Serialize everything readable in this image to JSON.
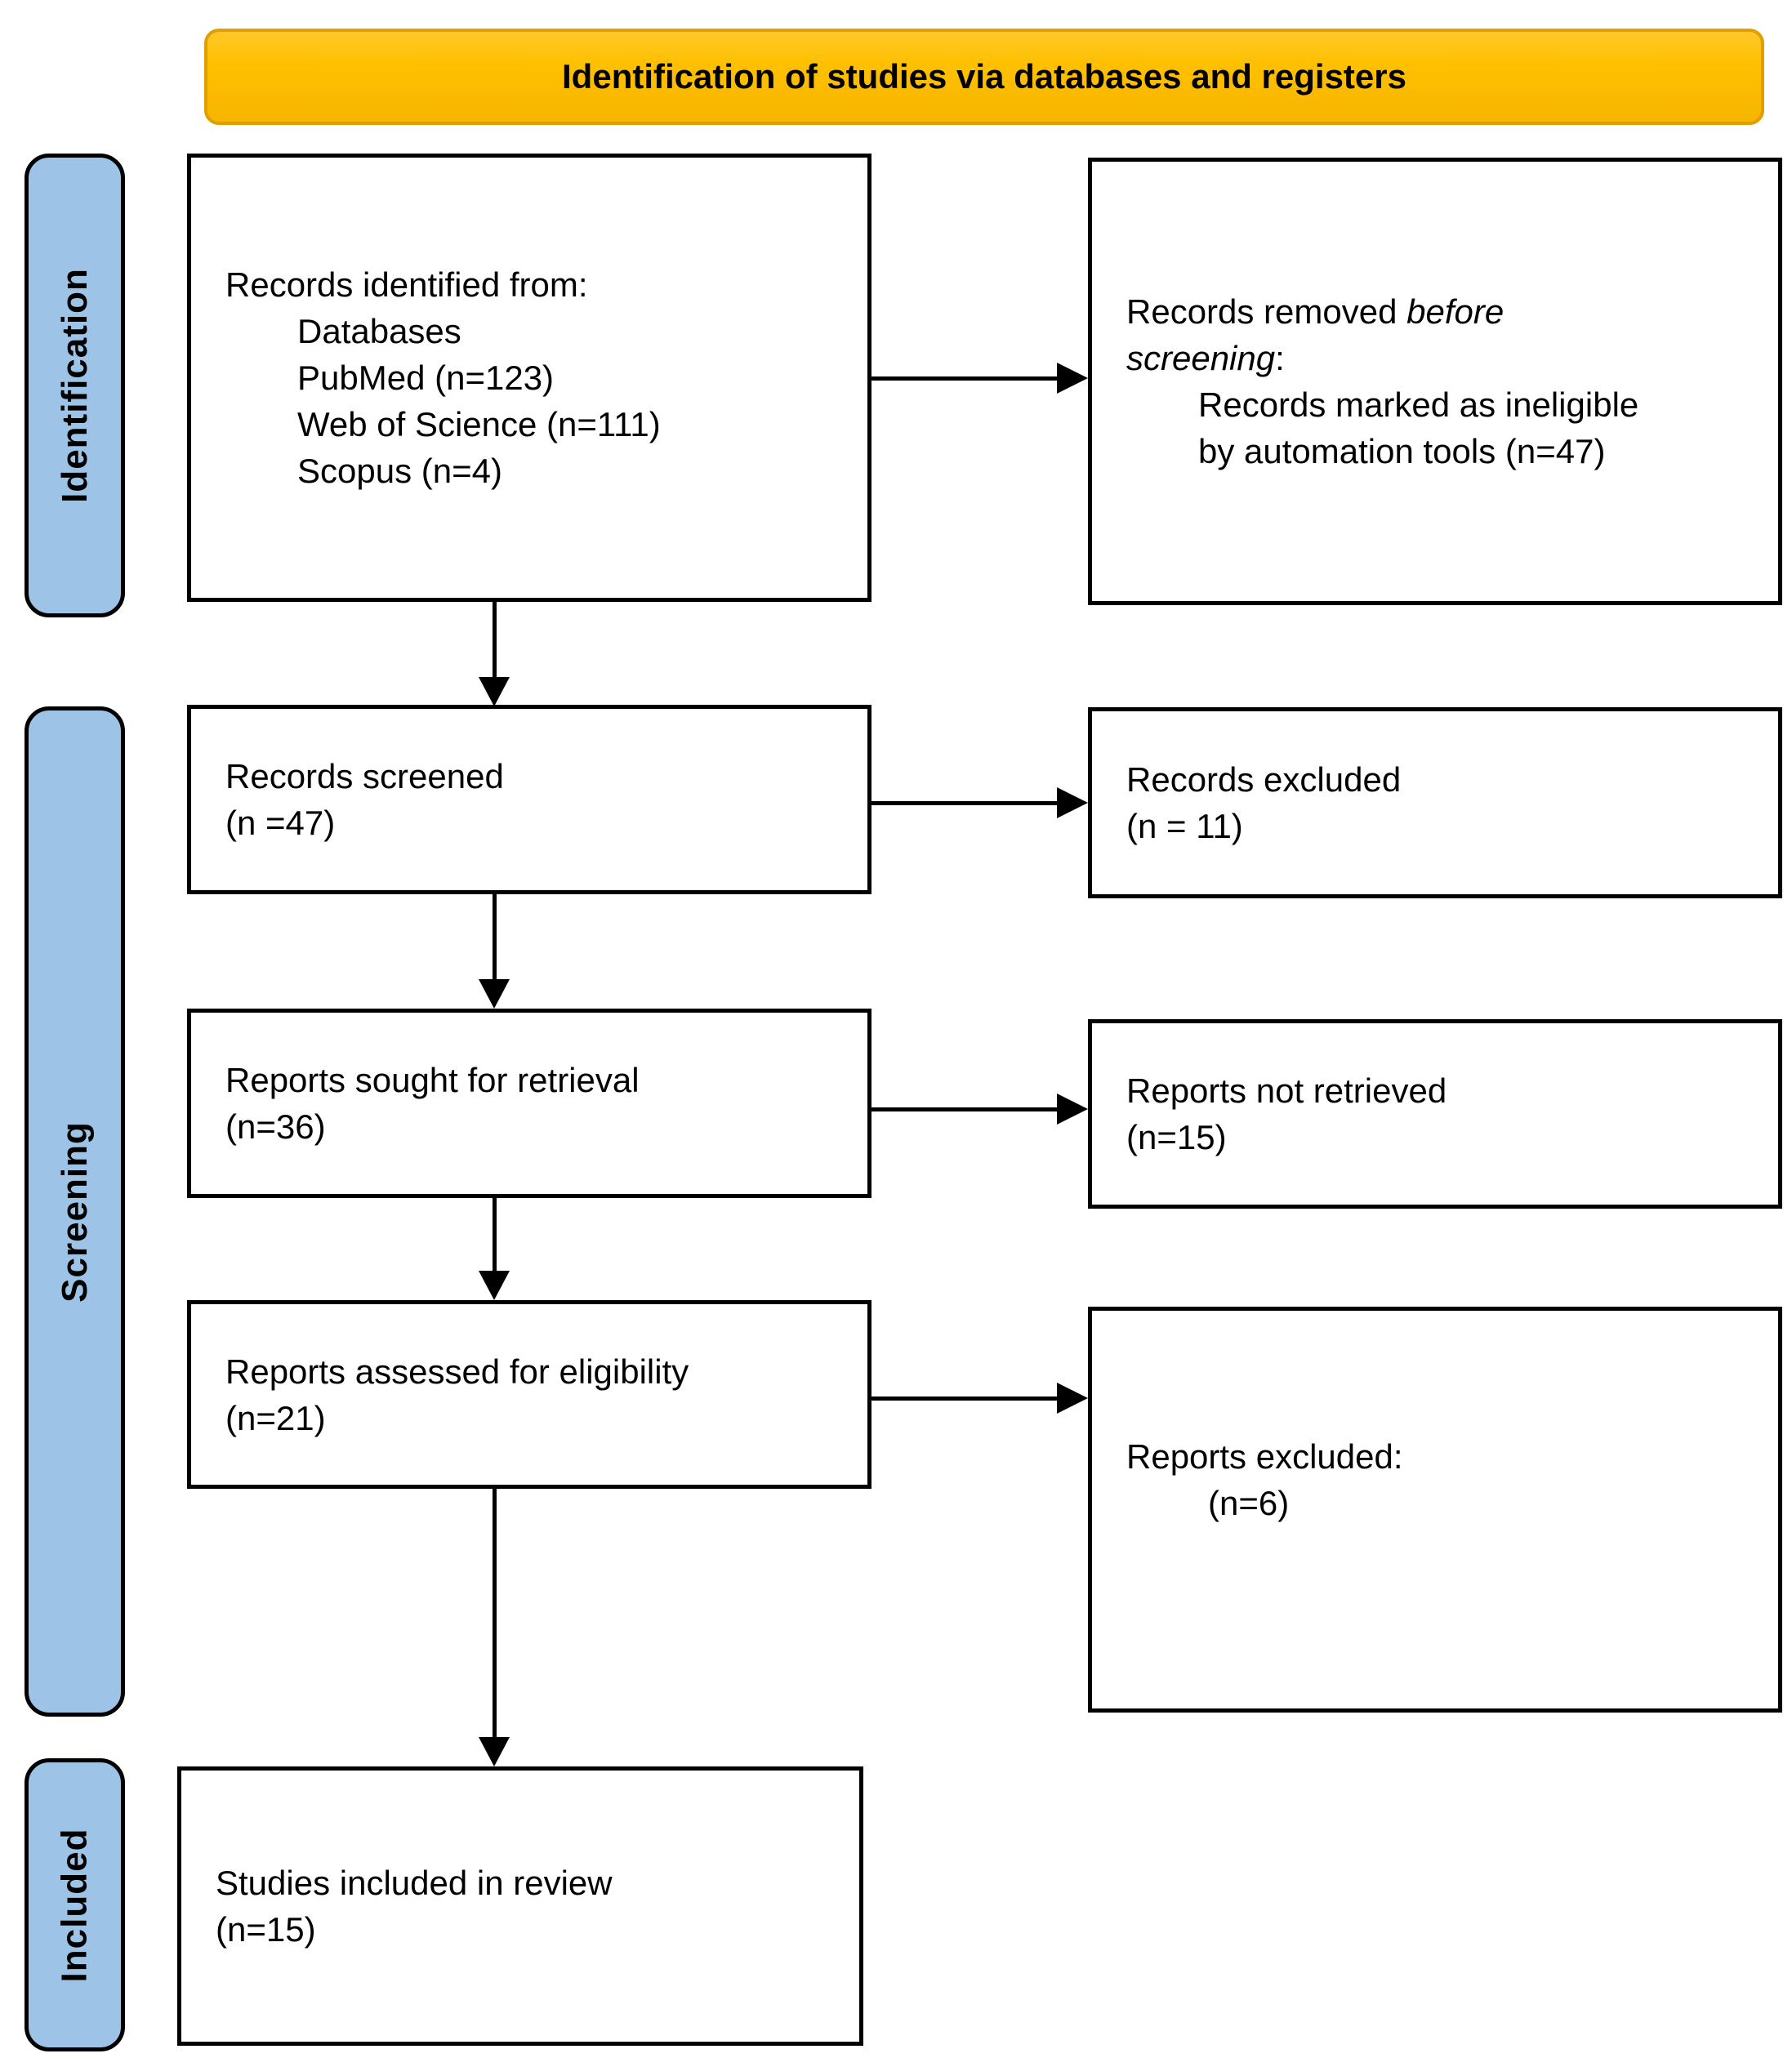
{
  "banner": {
    "title": "Identification of studies via databases and registers"
  },
  "stage_labels": {
    "identification": "Identification",
    "screening": "Screening",
    "included": "Included"
  },
  "boxes": {
    "records_identified": {
      "line1": "Records identified from:",
      "items": [
        "Databases",
        "PubMed (n=123)",
        "Web of Science (n=111)",
        "Scopus (n=4)"
      ]
    },
    "records_removed": {
      "seg_normal1": "Records removed ",
      "seg_italic1": "before",
      "seg_italic2": "screening",
      "seg_normal2": ":",
      "items": [
        "Records marked as ineligible",
        "by automation tools (n=47)"
      ]
    },
    "records_screened": {
      "line1": "Records screened",
      "line2": "(n =47)"
    },
    "records_excluded": {
      "line1": "Records excluded",
      "line2": "(n = 11)"
    },
    "reports_sought": {
      "line1": "Reports sought for retrieval",
      "line2": "(n=36)"
    },
    "reports_not_retrieved": {
      "line1": "Reports not retrieved",
      "line2": "(n=15)"
    },
    "reports_assessed": {
      "line1": "Reports assessed for eligibility",
      "line2": "(n=21)"
    },
    "reports_excluded": {
      "line1": "Reports excluded:",
      "line2": "(n=6)"
    },
    "studies_included": {
      "line1": "Studies included in review",
      "line2": "(n=15)"
    }
  },
  "colors": {
    "banner_fill": "#FFC000",
    "banner_border": "#E09E00",
    "stage_fill": "#9DC3E6",
    "stage_border": "#000000",
    "box_border": "#000000",
    "arrow": "#000000",
    "text": "#000000",
    "background": "#FFFFFF"
  }
}
